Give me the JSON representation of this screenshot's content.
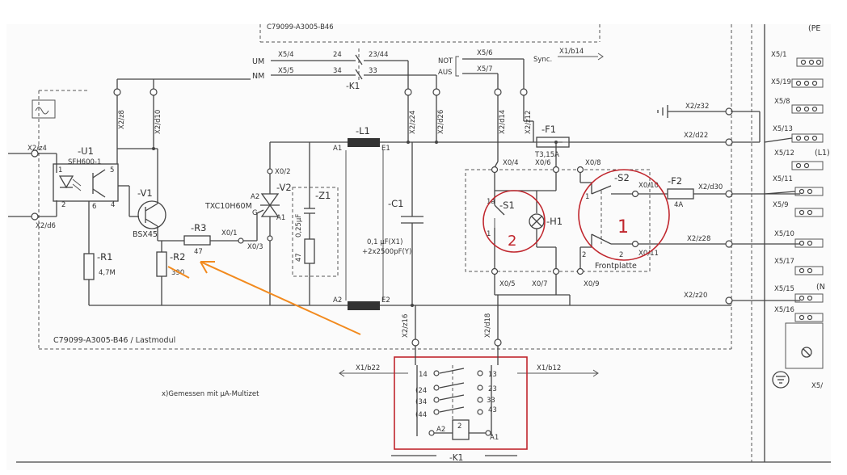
{
  "sheet_ref_top": "C79099-A3005-B46",
  "module_label": "C79099-A3005-B46 / Lastmodul",
  "footnote": "x)Gemessen mit µA-Multizet",
  "signals": {
    "um": "UM",
    "nm": "NM",
    "not_aus_1": "NOT",
    "not_aus_2": "AUS",
    "sync": "Sync."
  },
  "k1_contacts": {
    "c24": "24",
    "c2344": "23/44",
    "c34": "34",
    "c33": "33",
    "k1": "-K1"
  },
  "connectors_top": [
    "X5/4",
    "X5/5",
    "X5/6",
    "X5/7",
    "X1/b14"
  ],
  "connectors_vertical": [
    "X2/z8",
    "X2/d10",
    "X2/z24",
    "X2/d26",
    "X2/d14",
    "X2/z12",
    "X2/z16",
    "X2/d18"
  ],
  "connectors_right": [
    "X2/z32",
    "X2/d22",
    "X2/d30",
    "X2/z28",
    "X2/z20"
  ],
  "connectors_left": [
    "X2/z4",
    "X2/d6"
  ],
  "components": {
    "u1": "-U1",
    "u1_type": "SFH600-1",
    "v1": "-V1",
    "v1_type": "BSX45",
    "r1": "-R1",
    "r1_val": "4,7M",
    "r2": "-R2",
    "r2_val": "390",
    "r3": "-R3",
    "r3_val": "47",
    "v2": "-V2",
    "v2_type": "TXC10H60M",
    "z1": "-Z1",
    "z1_cap": "0,25µF",
    "z1_res": "47",
    "l1": "-L1",
    "c1": "-C1",
    "c1_val1": "0,1 µF(X1)",
    "c1_val2": "+2x2500pF(Y)",
    "f1": "-F1",
    "f1_val": "T3,15A",
    "f2": "-F2",
    "f2_val": "4A",
    "s1": "-S1",
    "h1": "-H1",
    "s2": "-S2",
    "frontplatte": "Frontplatte",
    "k1_bottom": "-K1"
  },
  "pins": {
    "u1": [
      "1",
      "2",
      "4",
      "5",
      "6"
    ],
    "v2": [
      "A2",
      "A1",
      "G"
    ],
    "l1": [
      "A1",
      "E1",
      "A2",
      "E2"
    ],
    "x0_nodes": [
      "X0/1",
      "X0/2",
      "X0/3",
      "X0/4",
      "X0/5",
      "X0/6",
      "X0/7",
      "X0/8",
      "X0/9",
      "X0/10",
      "X0/11"
    ],
    "switch_pins": [
      "1a",
      "1",
      "1",
      "2",
      "2"
    ]
  },
  "relay_block": {
    "left": [
      "14",
      "(24",
      "(34",
      "(44"
    ],
    "right": [
      "13",
      "23",
      "33",
      "43"
    ],
    "coil": [
      "A2",
      "2",
      "A1"
    ],
    "x1_left": "X1/b22",
    "x1_right": "X1/b12"
  },
  "right_strip": {
    "labels": [
      "(PE",
      "X5/1",
      "X5/19",
      "X5/8",
      "X5/13",
      "X5/12",
      "(L1)",
      "X5/11",
      "X5/9",
      "X5/10",
      "X5/17",
      "X5/15",
      "(N",
      "X5/16",
      "X5/"
    ]
  },
  "annotations": {
    "num1": "1",
    "num2": "2"
  },
  "colors": {
    "ink": "#444444",
    "red_annotation": "#c0262d",
    "orange_arrow": "#f28a1e",
    "paper": "#ffffff"
  }
}
